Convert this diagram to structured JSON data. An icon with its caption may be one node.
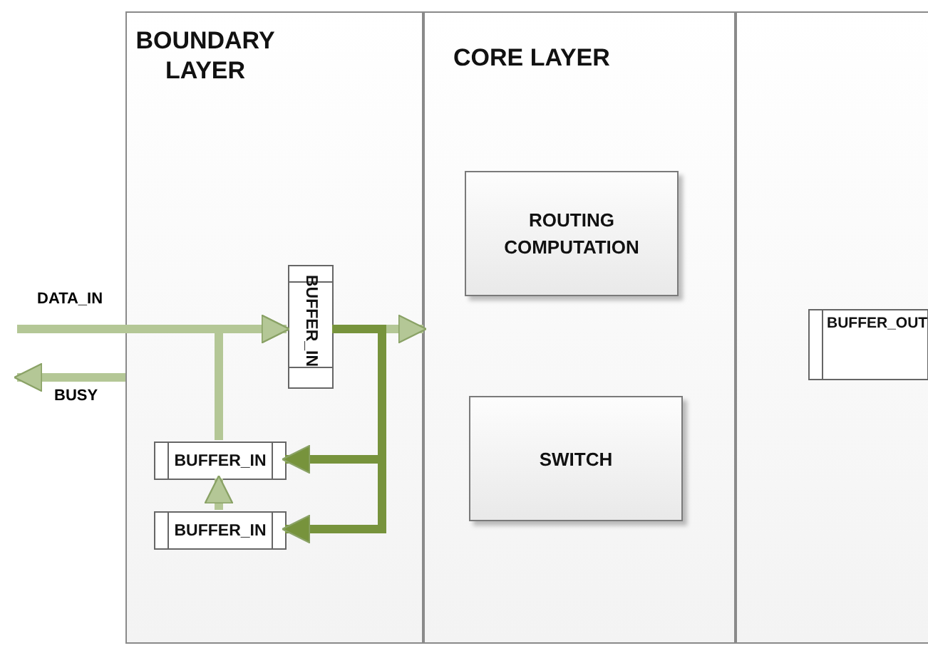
{
  "diagram": {
    "nodes": [
      {
        "text": [
          "BOUNDARY LAYER"
        ]
      },
      {
        "text": [
          "BUFFER_IN"
        ],
        "in": 0
      },
      {
        "text": [
          "BUFFER_IN"
        ],
        "in": 0
      },
      {
        "text": [
          "BUFFER_IN"
        ],
        "in": 0
      },
      {
        "text": [
          "CORE LAYER"
        ]
      },
      {
        "text": [
          "ROUTING COMPUTATION"
        ],
        "in": 4
      },
      {
        "text": [
          "SWITCH"
        ],
        "in": 4
      },
      {
        "text": [],
        "shape": "box"
      },
      {
        "text": [
          "BUFFER_OUT"
        ],
        "in": 7
      }
    ],
    "edges": [
      {
        "from": null,
        "to": 1,
        "arrow": "to",
        "label": "DATA_IN"
      },
      {
        "from": 0,
        "to": null,
        "arrow": "to",
        "label": "BUSY"
      },
      {
        "from": 1,
        "to": 4,
        "arrow": "to"
      },
      {
        "from": 1,
        "to": 2,
        "arrow": "to",
        "color": "#77933c"
      },
      {
        "from": 1,
        "to": 3,
        "arrow": "to",
        "color": "#77933c"
      },
      {
        "from": 3,
        "to": 2,
        "arrow": "to"
      },
      {
        "from": 2,
        "to": 1,
        "arrow": "to"
      }
    ]
  }
}
